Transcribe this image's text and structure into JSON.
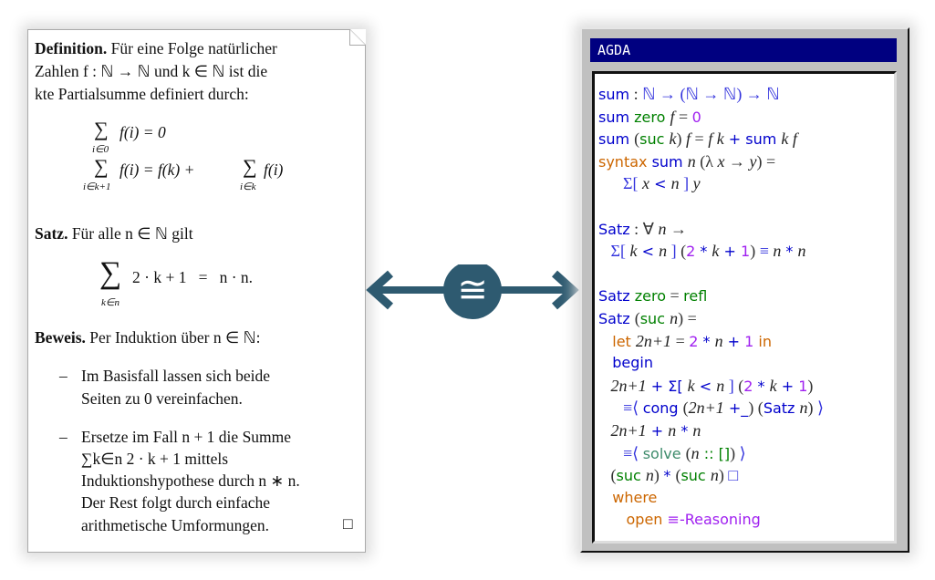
{
  "document": {
    "def_label": "Definition.",
    "def_line1": "Für eine Folge natürlicher",
    "def_line2": "Zahlen f : ℕ → ℕ und k ∈ ℕ ist die",
    "def_line3": "kte Partialsumme definiert durch:",
    "eq1": "f(i) = 0",
    "eq1_sub": "i∈0",
    "eq2": "f(i) = f(k) +",
    "eq2_sub": "i∈k+1",
    "eq2_tail": "f(i)",
    "eq2_sub2": "i∈k",
    "satz_label": "Satz.",
    "satz_text": "Für alle n ∈ ℕ gilt",
    "thm": "2 · k + 1   =   n · n.",
    "thm_sub": "k∈n",
    "beweis_label": "Beweis.",
    "beweis_text": "Per Induktion über n ∈ ℕ:",
    "bullet1": [
      "Im Basisfall lassen sich beide",
      "Seiten zu 0 vereinfachen."
    ],
    "bullet2": [
      "Ersetze im Fall n + 1 die Summe",
      "∑k∈n 2 · k + 1 mittels",
      "Induktionshypothese durch n ∗ n.",
      "Der Rest folgt durch einfache",
      "arithmetische Umformungen."
    ],
    "dash": "–",
    "qed": "□"
  },
  "connector": {
    "symbol": "≅"
  },
  "agda": {
    "title": "AGDA",
    "lines": [
      [
        [
          "sum",
          "k"
        ],
        [
          " : ",
          "p"
        ],
        [
          "ℕ → (ℕ → ℕ) → ℕ",
          "y"
        ]
      ],
      [
        [
          "sum ",
          "k"
        ],
        [
          "zero ",
          "c"
        ],
        [
          "f",
          "m"
        ],
        [
          " = ",
          "p"
        ],
        [
          "0",
          "n"
        ]
      ],
      [
        [
          "sum ",
          "k"
        ],
        [
          "(",
          "p"
        ],
        [
          "suc ",
          "c"
        ],
        [
          "k",
          "m"
        ],
        [
          ") ",
          "p"
        ],
        [
          "f",
          "m"
        ],
        [
          " = ",
          "p"
        ],
        [
          "f k",
          "m"
        ],
        [
          " + sum ",
          "k"
        ],
        [
          "k f",
          "m"
        ]
      ],
      [
        [
          "syntax ",
          "s"
        ],
        [
          "sum ",
          "k"
        ],
        [
          "n",
          "m"
        ],
        [
          " (λ ",
          "p"
        ],
        [
          "x",
          "m"
        ],
        [
          " → ",
          "p"
        ],
        [
          "y",
          "m"
        ],
        [
          ") =",
          "p"
        ]
      ],
      [
        [
          "      Σ[ ",
          "y"
        ],
        [
          "x",
          "m"
        ],
        [
          " < ",
          "k"
        ],
        [
          "n",
          "m"
        ],
        [
          " ] ",
          "y"
        ],
        [
          "y",
          "m"
        ]
      ],
      [],
      [
        [
          "Satz",
          "k"
        ],
        [
          " : ∀ ",
          "p"
        ],
        [
          "n",
          "m"
        ],
        [
          " →",
          "p"
        ]
      ],
      [
        [
          "   Σ[ ",
          "y"
        ],
        [
          "k",
          "m"
        ],
        [
          " < ",
          "k"
        ],
        [
          "n",
          "m"
        ],
        [
          " ] ",
          "y"
        ],
        [
          "(",
          "p"
        ],
        [
          "2",
          "n"
        ],
        [
          " * ",
          "k"
        ],
        [
          "k",
          "m"
        ],
        [
          " + ",
          "k"
        ],
        [
          "1",
          "n"
        ],
        [
          ") ",
          "p"
        ],
        [
          "≡ ",
          "y"
        ],
        [
          "n",
          "m"
        ],
        [
          " * ",
          "k"
        ],
        [
          "n",
          "m"
        ]
      ],
      [],
      [
        [
          "Satz ",
          "k"
        ],
        [
          "zero",
          "c"
        ],
        [
          " = ",
          "p"
        ],
        [
          "refl",
          "c"
        ]
      ],
      [
        [
          "Satz ",
          "k"
        ],
        [
          "(",
          "p"
        ],
        [
          "suc ",
          "c"
        ],
        [
          "n",
          "m"
        ],
        [
          ") =",
          "p"
        ]
      ],
      [
        [
          "   let ",
          "s"
        ],
        [
          "2n+1",
          "m"
        ],
        [
          " = ",
          "p"
        ],
        [
          "2",
          "n"
        ],
        [
          " * ",
          "k"
        ],
        [
          "n",
          "m"
        ],
        [
          " + ",
          "k"
        ],
        [
          "1",
          "n"
        ],
        [
          " in",
          "s"
        ]
      ],
      [
        [
          "   begin",
          "k"
        ]
      ],
      [
        [
          "   ",
          "p"
        ],
        [
          "2n+1",
          "m"
        ],
        [
          " + Σ[ ",
          "k"
        ],
        [
          "k",
          "m"
        ],
        [
          " < ",
          "k"
        ],
        [
          "n",
          "m"
        ],
        [
          " ] ",
          "y"
        ],
        [
          "(",
          "p"
        ],
        [
          "2",
          "n"
        ],
        [
          " * ",
          "k"
        ],
        [
          "k",
          "m"
        ],
        [
          " + ",
          "k"
        ],
        [
          "1",
          "n"
        ],
        [
          ")",
          "p"
        ]
      ],
      [
        [
          "      ≡⟨ ",
          "y"
        ],
        [
          "cong ",
          "k"
        ],
        [
          "(",
          "p"
        ],
        [
          "2n+1",
          "m"
        ],
        [
          " +_",
          "k"
        ],
        [
          ") (",
          "p"
        ],
        [
          "Satz ",
          "k"
        ],
        [
          "n",
          "m"
        ],
        [
          ") ",
          "p"
        ],
        [
          "⟩",
          "y"
        ]
      ],
      [
        [
          "   ",
          "p"
        ],
        [
          "2n+1",
          "m"
        ],
        [
          " + ",
          "k"
        ],
        [
          "n",
          "m"
        ],
        [
          " * ",
          "k"
        ],
        [
          "n",
          "m"
        ]
      ],
      [
        [
          "      ≡⟨ ",
          "y"
        ],
        [
          "solve ",
          "g"
        ],
        [
          "(",
          "p"
        ],
        [
          "n",
          "m"
        ],
        [
          " :: ",
          "c"
        ],
        [
          "[]",
          "c"
        ],
        [
          ") ",
          "p"
        ],
        [
          "⟩",
          "y"
        ]
      ],
      [
        [
          "   (",
          "p"
        ],
        [
          "suc ",
          "c"
        ],
        [
          "n",
          "m"
        ],
        [
          ") ",
          "p"
        ],
        [
          "* ",
          "k"
        ],
        [
          "(",
          "p"
        ],
        [
          "suc ",
          "c"
        ],
        [
          "n",
          "m"
        ],
        [
          ") ",
          "p"
        ],
        [
          "□",
          "y"
        ]
      ],
      [
        [
          "   where",
          "s"
        ]
      ],
      [
        [
          "      open ",
          "s"
        ],
        [
          "≡-Reasoning",
          "n"
        ]
      ]
    ]
  }
}
